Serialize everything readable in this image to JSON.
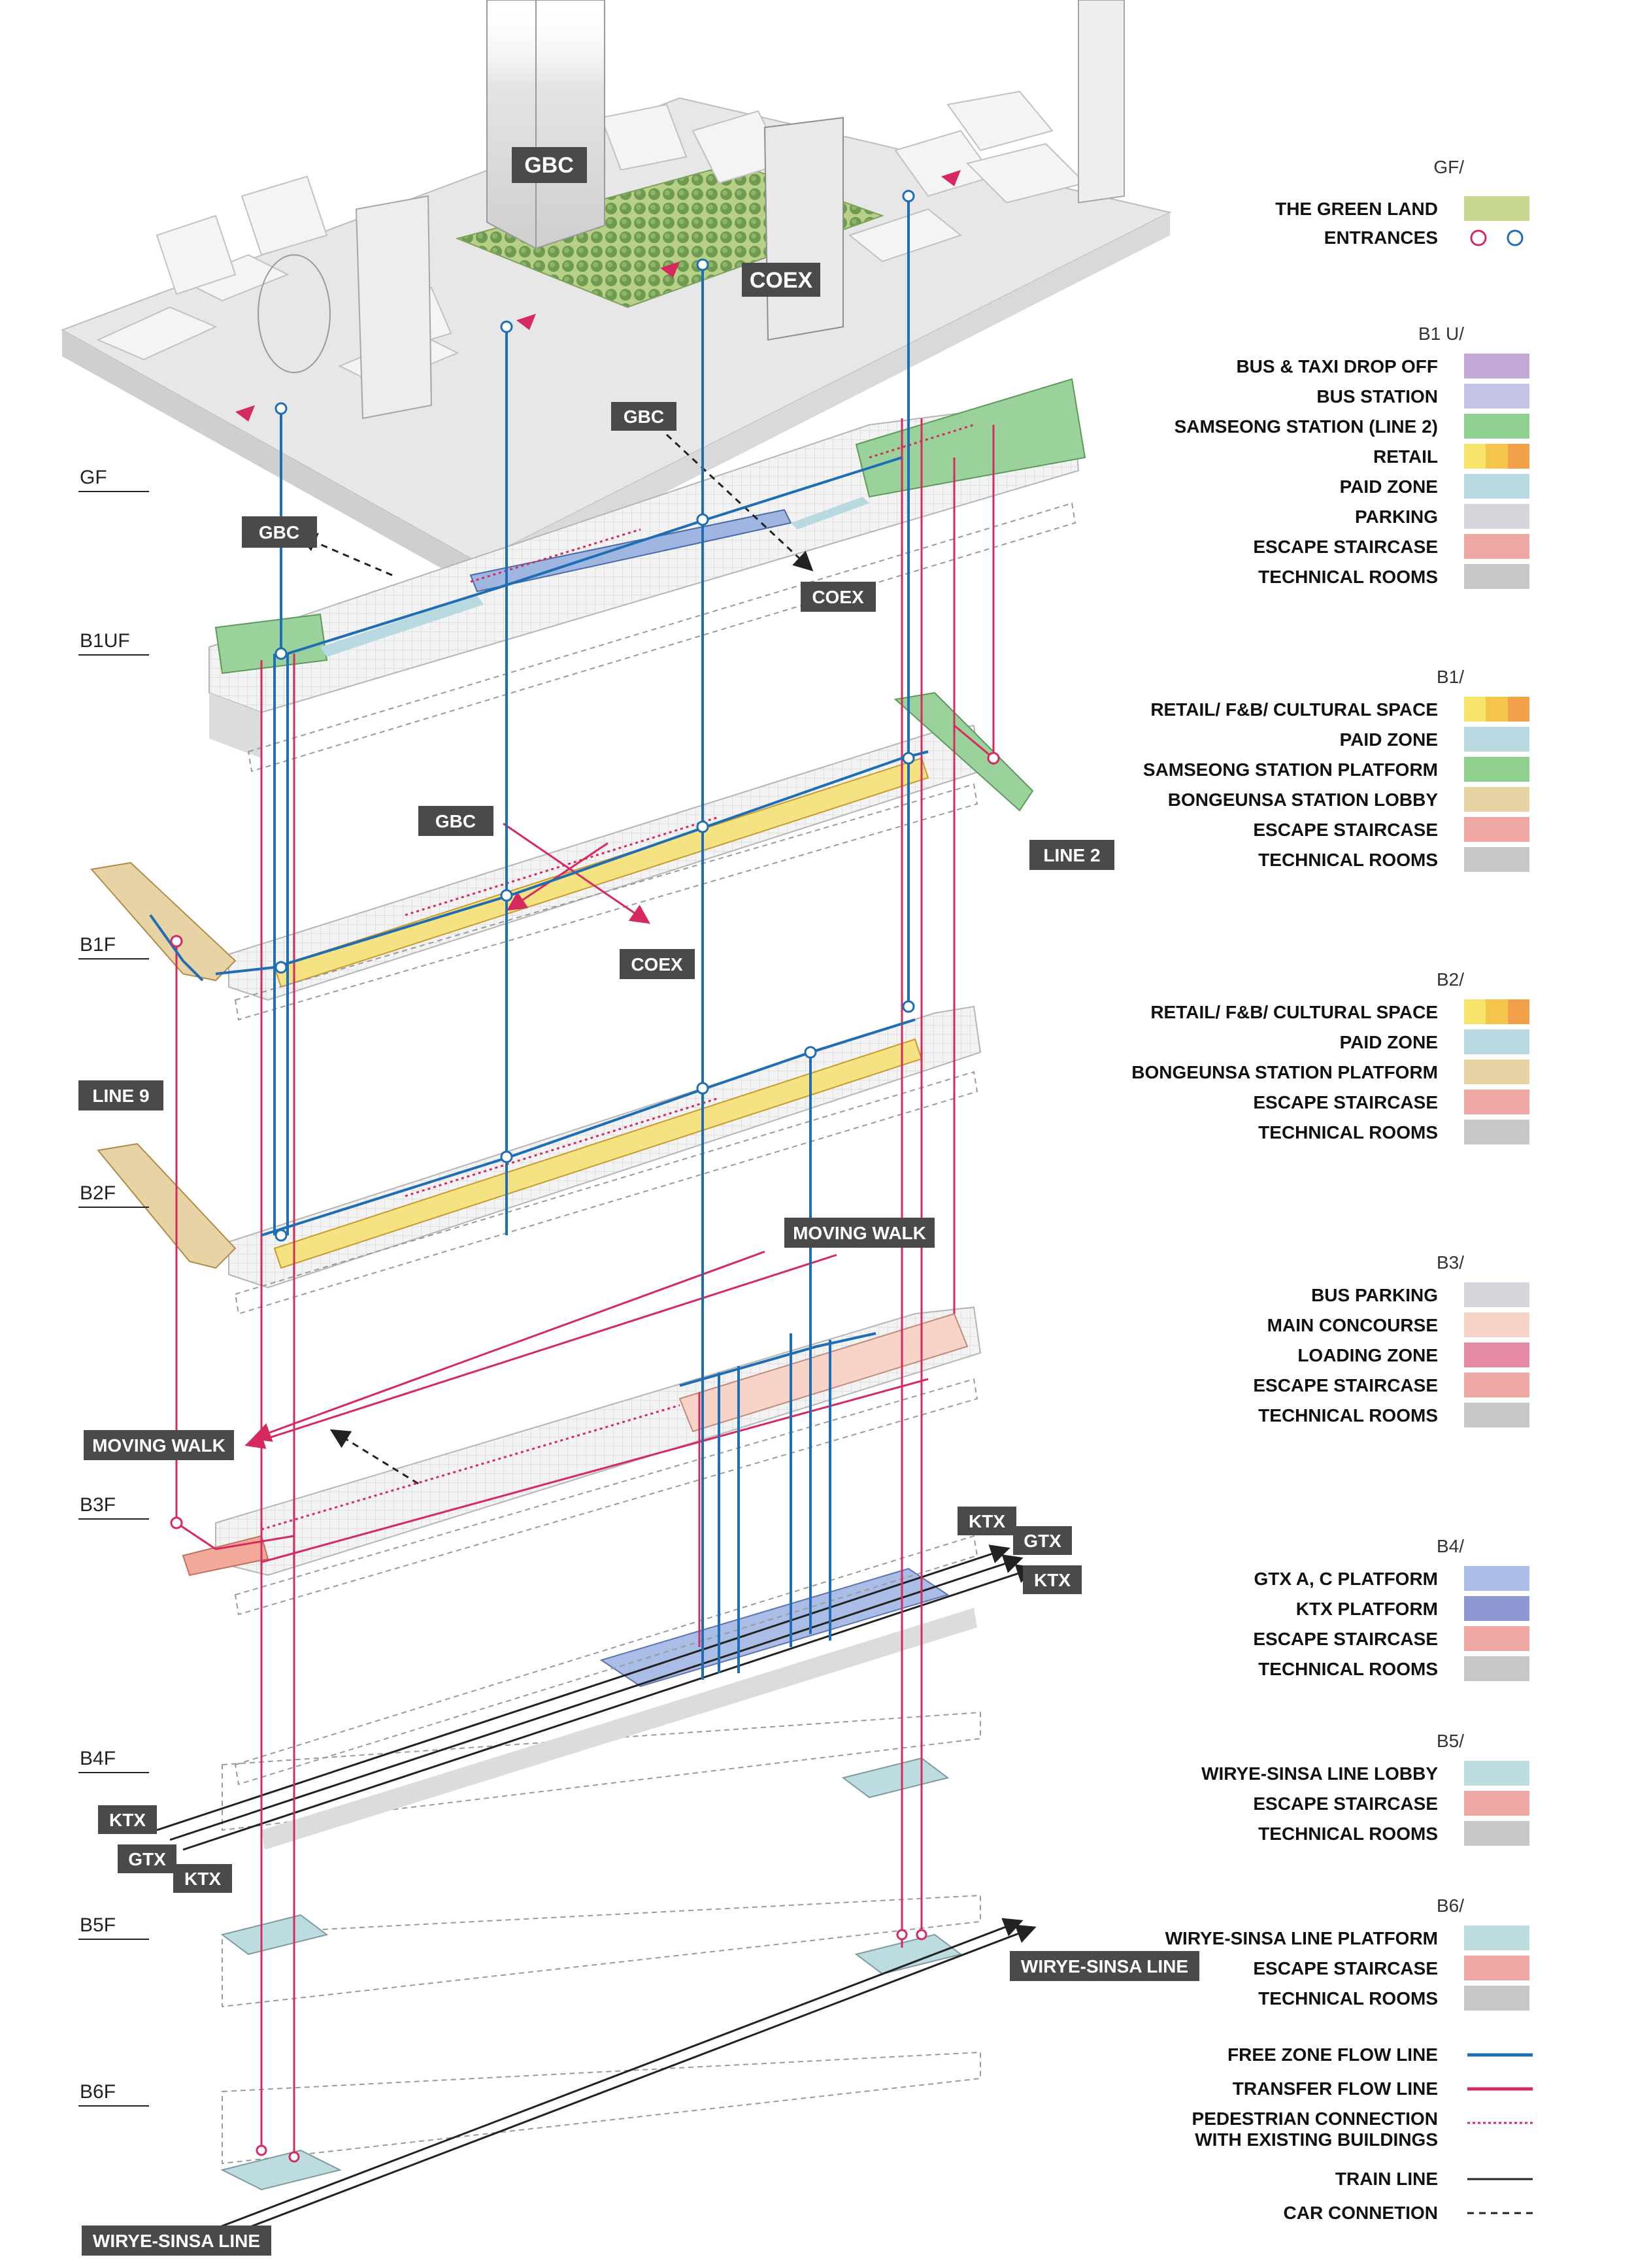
{
  "floors": [
    "GF",
    "B1UF",
    "B1F",
    "B2F",
    "B3F",
    "B4F",
    "B5F",
    "B6F"
  ],
  "tags": {
    "gbc_tower": "GBC",
    "coex_tower": "COEX",
    "gbc_gf": "GBC",
    "gbc_left": "GBC",
    "coex_b1u": "COEX",
    "gbc_b1": "GBC",
    "coex_b1": "COEX",
    "line2": "LINE 2",
    "line9": "LINE 9",
    "moving_walk_r": "MOVING WALK",
    "moving_walk_l": "MOVING WALK",
    "ktx_r1": "KTX",
    "gtx_r": "GTX",
    "ktx_r2": "KTX",
    "ktx_l1": "KTX",
    "gtx_l": "GTX",
    "ktx_l2": "KTX",
    "wirye_r": "WIRYE-SINSA LINE",
    "wirye_l": "WIRYE-SINSA LINE"
  },
  "colors": {
    "free_zone": "#1f6db5",
    "transfer": "#d6295e",
    "green_land": "#c9d88f",
    "bus_taxi": "#c4a8d8",
    "bus_station": "#c4c4e6",
    "samseong_line2": "#8fcf8f",
    "retail_1": "#f7e46a",
    "retail_2": "#f6c64c",
    "retail_3": "#f2a04a",
    "paid_zone": "#b9d9e0",
    "parking": "#d5d5db",
    "escape": "#eea7a3",
    "technical": "#c7c7c7",
    "bongeunsa": "#e8d3a4",
    "main_concourse": "#f7d3c8",
    "loading": "#e58aa5",
    "gtx_platform": "#a9bde6",
    "ktx_platform": "#8f98d0",
    "wirye": "#bcdce0",
    "tag_bg": "#4a4a4a"
  },
  "legend": {
    "gf": {
      "title": "GF/",
      "items": [
        {
          "label": "THE GREEN LAND",
          "swatch": "green_land"
        },
        {
          "label": "ENTRANCES",
          "swatch": "entrances"
        }
      ]
    },
    "b1u": {
      "title": "B1 U/",
      "items": [
        {
          "label": "BUS & TAXI DROP OFF",
          "swatch": "bus_taxi"
        },
        {
          "label": "BUS STATION",
          "swatch": "bus_station"
        },
        {
          "label": "SAMSEONG STATION (LINE 2)",
          "swatch": "samseong_line2"
        },
        {
          "label": "RETAIL",
          "swatch": "retail"
        },
        {
          "label": "PAID ZONE",
          "swatch": "paid_zone"
        },
        {
          "label": "PARKING",
          "swatch": "parking"
        },
        {
          "label": "ESCAPE STAIRCASE",
          "swatch": "escape"
        },
        {
          "label": "TECHNICAL ROOMS",
          "swatch": "technical"
        }
      ]
    },
    "b1": {
      "title": "B1/",
      "items": [
        {
          "label": "RETAIL/ F&B/ CULTURAL SPACE",
          "swatch": "retail"
        },
        {
          "label": "PAID ZONE",
          "swatch": "paid_zone"
        },
        {
          "label": "SAMSEONG STATION PLATFORM",
          "swatch": "samseong_line2"
        },
        {
          "label": "BONGEUNSA STATION LOBBY",
          "swatch": "bongeunsa"
        },
        {
          "label": "ESCAPE STAIRCASE",
          "swatch": "escape"
        },
        {
          "label": "TECHNICAL ROOMS",
          "swatch": "technical"
        }
      ]
    },
    "b2": {
      "title": "B2/",
      "items": [
        {
          "label": "RETAIL/ F&B/ CULTURAL SPACE",
          "swatch": "retail"
        },
        {
          "label": "PAID ZONE",
          "swatch": "paid_zone"
        },
        {
          "label": "BONGEUNSA STATION PLATFORM",
          "swatch": "bongeunsa"
        },
        {
          "label": "ESCAPE STAIRCASE",
          "swatch": "escape"
        },
        {
          "label": "TECHNICAL ROOMS",
          "swatch": "technical"
        }
      ]
    },
    "b3": {
      "title": "B3/",
      "items": [
        {
          "label": "BUS PARKING",
          "swatch": "parking"
        },
        {
          "label": "MAIN CONCOURSE",
          "swatch": "main_concourse"
        },
        {
          "label": "LOADING ZONE",
          "swatch": "loading"
        },
        {
          "label": "ESCAPE STAIRCASE",
          "swatch": "escape"
        },
        {
          "label": "TECHNICAL ROOMS",
          "swatch": "technical"
        }
      ]
    },
    "b4": {
      "title": "B4/",
      "items": [
        {
          "label": "GTX A, C PLATFORM",
          "swatch": "gtx_platform"
        },
        {
          "label": "KTX PLATFORM",
          "swatch": "ktx_platform"
        },
        {
          "label": "ESCAPE STAIRCASE",
          "swatch": "escape"
        },
        {
          "label": "TECHNICAL ROOMS",
          "swatch": "technical"
        }
      ]
    },
    "b5": {
      "title": "B5/",
      "items": [
        {
          "label": "WIRYE-SINSA LINE LOBBY",
          "swatch": "wirye"
        },
        {
          "label": "ESCAPE STAIRCASE",
          "swatch": "escape"
        },
        {
          "label": "TECHNICAL ROOMS",
          "swatch": "technical"
        }
      ]
    },
    "b6": {
      "title": "B6/",
      "items": [
        {
          "label": "WIRYE-SINSA LINE PLATFORM",
          "swatch": "wirye"
        },
        {
          "label": "ESCAPE STAIRCASE",
          "swatch": "escape"
        },
        {
          "label": "TECHNICAL ROOMS",
          "swatch": "technical"
        }
      ]
    },
    "lines": [
      {
        "label": "FREE ZONE FLOW LINE",
        "style": "free_zone"
      },
      {
        "label": "TRANSFER FLOW LINE",
        "style": "transfer"
      },
      {
        "label": "PEDESTRIAN CONNECTION",
        "label2": "WITH EXISTING BUILDINGS",
        "style": "pedestrian"
      },
      {
        "label": "TRAIN LINE",
        "style": "train"
      },
      {
        "label": "CAR CONNETION",
        "style": "car"
      }
    ]
  }
}
